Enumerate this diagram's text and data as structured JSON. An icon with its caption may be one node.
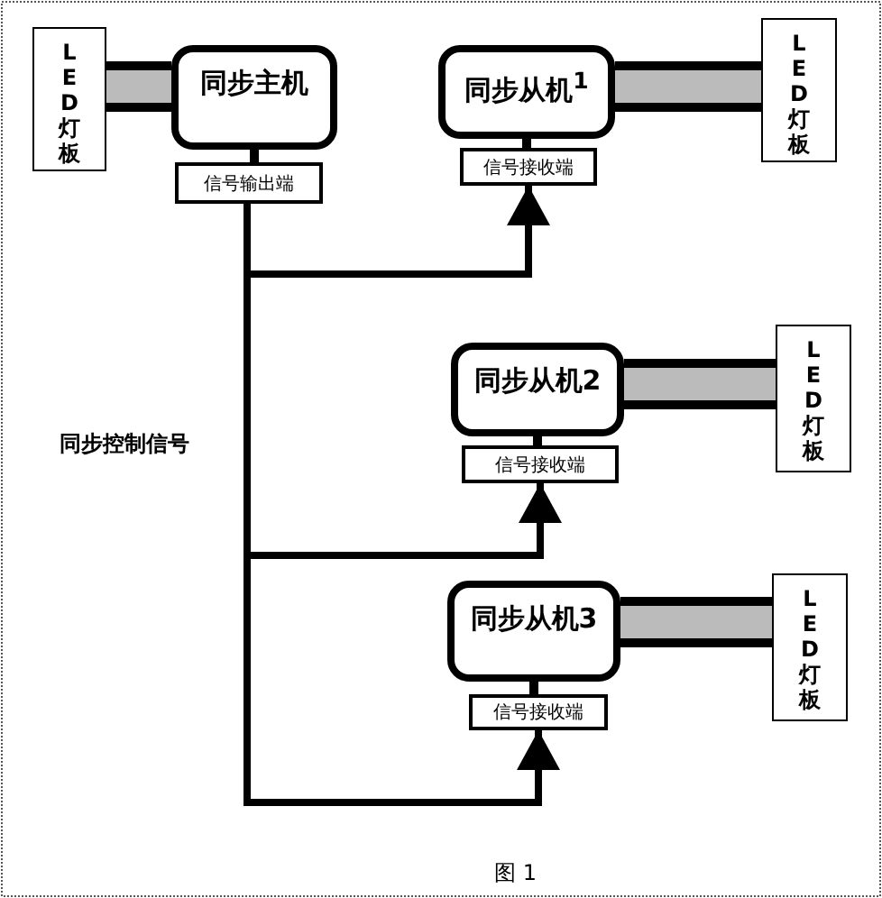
{
  "diagram": {
    "caption": "图 1",
    "nodes": [
      {
        "text": [
          "LED灯板"
        ]
      },
      {
        "text": [
          "同步主机"
        ]
      },
      {
        "text": [
          "信号输出端"
        ]
      },
      {
        "text": [
          "同步从机$^{1}$"
        ]
      },
      {
        "text": [
          "信号接收端"
        ]
      },
      {
        "text": [
          "LED灯板"
        ]
      },
      {
        "text": [
          "同步从机2"
        ]
      },
      {
        "text": [
          "信号接收端"
        ]
      },
      {
        "text": [
          "LED灯板"
        ]
      },
      {
        "text": [
          "同步从机3"
        ]
      },
      {
        "text": [
          "信号接收端"
        ]
      },
      {
        "text": [
          "LED灯板"
        ]
      }
    ],
    "edges": [
      {
        "from": 1,
        "to": 0,
        "arrow": "none",
        "style": "thick"
      },
      {
        "from": 1,
        "to": 2,
        "arrow": "none"
      },
      {
        "from": 3,
        "to": 5,
        "arrow": "none",
        "style": "thick"
      },
      {
        "from": 3,
        "to": 4,
        "arrow": "none"
      },
      {
        "from": 6,
        "to": 8,
        "arrow": "none",
        "style": "thick"
      },
      {
        "from": 6,
        "to": 7,
        "arrow": "none"
      },
      {
        "from": 9,
        "to": 11,
        "arrow": "none",
        "style": "thick"
      },
      {
        "from": 9,
        "to": 10,
        "arrow": "none"
      },
      {
        "from": 2,
        "to": 4,
        "arrow": "to"
      },
      {
        "from": 2,
        "to": 7,
        "arrow": "to"
      },
      {
        "from": 2,
        "to": 10,
        "arrow": "to"
      }
    ],
    "labels": [
      "同步控制信号"
    ]
  }
}
